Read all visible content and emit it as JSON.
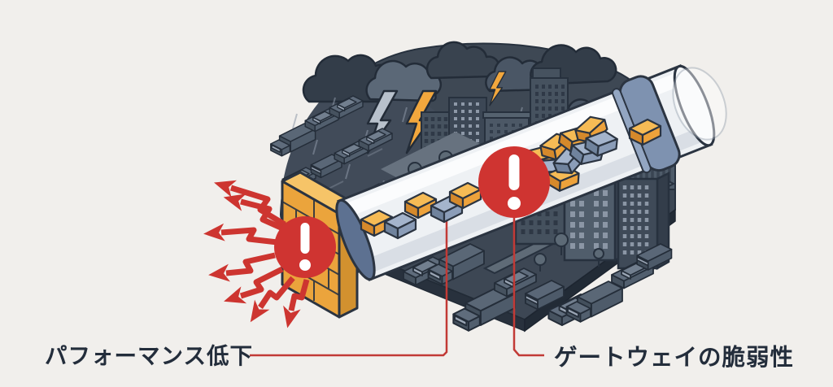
{
  "illustration": {
    "theme": "congested network tube through stormy city",
    "colors": {
      "background": "#f1efec",
      "backdrop_dark": "#3e4854",
      "ink_outline": "#27313e",
      "alert_red": "#cf3431",
      "leader_red": "#c23a36",
      "brick_orange": "#eba43c",
      "packet_orange": "#eda23b",
      "packet_blue": "#8b9db8",
      "tube_glass": "#eef1f4",
      "text_navy": "#232d3b"
    },
    "icons": [
      {
        "name": "warning-icon",
        "glyph": "!",
        "count": 2
      },
      {
        "name": "lightning-icon",
        "count": 3
      },
      {
        "name": "burst-arrows-icon",
        "count": 7
      }
    ]
  },
  "labels": {
    "performance": {
      "text": "パフォーマンス低下"
    },
    "gateway": {
      "text": "ゲートウェイの脆弱性"
    }
  }
}
